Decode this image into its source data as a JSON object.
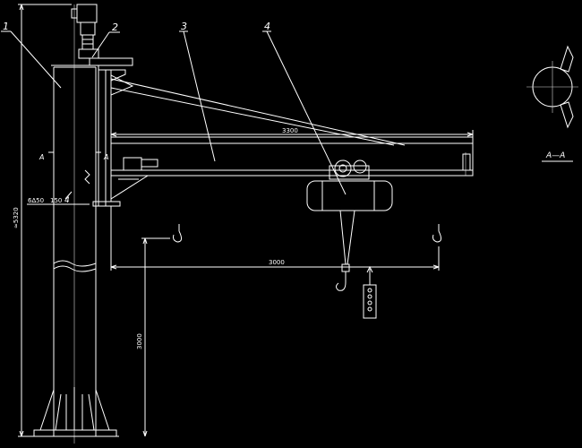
{
  "drawing": {
    "background": "#000000",
    "line_color": "#ffffff",
    "callouts": [
      "1",
      "2",
      "3",
      "4"
    ],
    "dimensions": {
      "boom_length": "3300",
      "span": "3000",
      "hook_height": "3000",
      "total_height": "≈5320"
    },
    "section_marks": {
      "left": "A",
      "right": "A"
    },
    "weld_note": "6∆50",
    "weld_spec": "150",
    "weld_num": "4",
    "section_view": {
      "title": "A—A"
    }
  }
}
